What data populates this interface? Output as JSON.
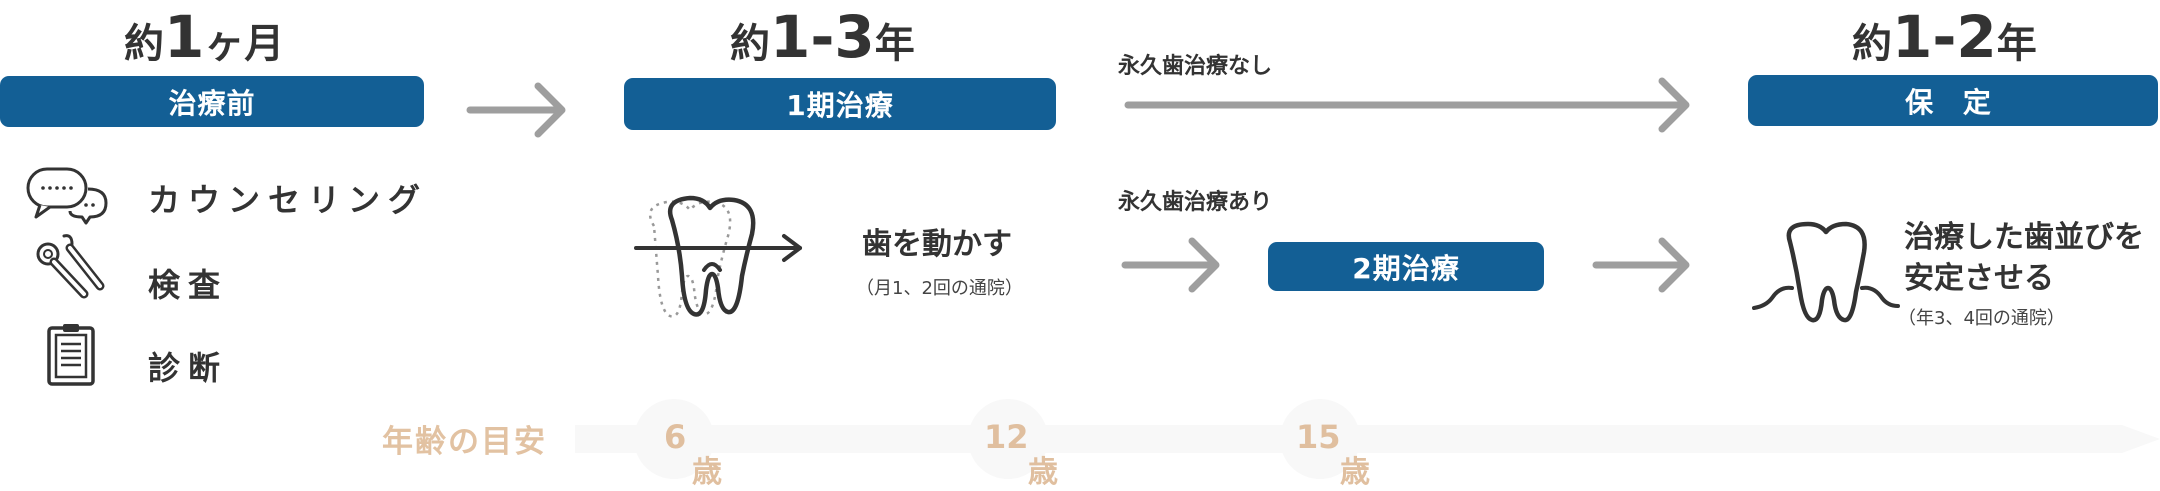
{
  "phases": {
    "pre": {
      "duration_prefix": "約",
      "duration_number": "1",
      "duration_suffix": "ヶ月",
      "label": "治療前",
      "items": [
        {
          "icon": "speech-bubbles-icon",
          "label": "カウンセリング"
        },
        {
          "icon": "dental-tools-icon",
          "label": "検査"
        },
        {
          "icon": "clipboard-icon",
          "label": "診断"
        }
      ]
    },
    "phase1": {
      "duration_prefix": "約",
      "duration_number": "1-3",
      "duration_suffix": "年",
      "label": "1期治療",
      "icon": "tooth-move-icon",
      "text": "歯を動かす",
      "subtext": "（月1、2回の通院）"
    },
    "branches": {
      "without": "永久歯治療なし",
      "with": "永久歯治療あり",
      "phase2_label": "2期治療"
    },
    "retention": {
      "duration_prefix": "約",
      "duration_number": "1-2",
      "duration_suffix": "年",
      "label": "保 定",
      "icon": "tooth-gum-icon",
      "text_line1": "治療した歯並びを",
      "text_line2": "安定させる",
      "subtext": "（年3、4回の通院）"
    }
  },
  "age_axis": {
    "title": "年齢の目安",
    "markers": [
      {
        "age": "6",
        "unit": "歳"
      },
      {
        "age": "12",
        "unit": "歳"
      },
      {
        "age": "15",
        "unit": "歳"
      }
    ]
  },
  "colors": {
    "primary": "#135f95",
    "arrow": "#9e9e9e",
    "age_band": "#f7f7f7",
    "age_text": "#e0bf9f",
    "text": "#333333"
  }
}
